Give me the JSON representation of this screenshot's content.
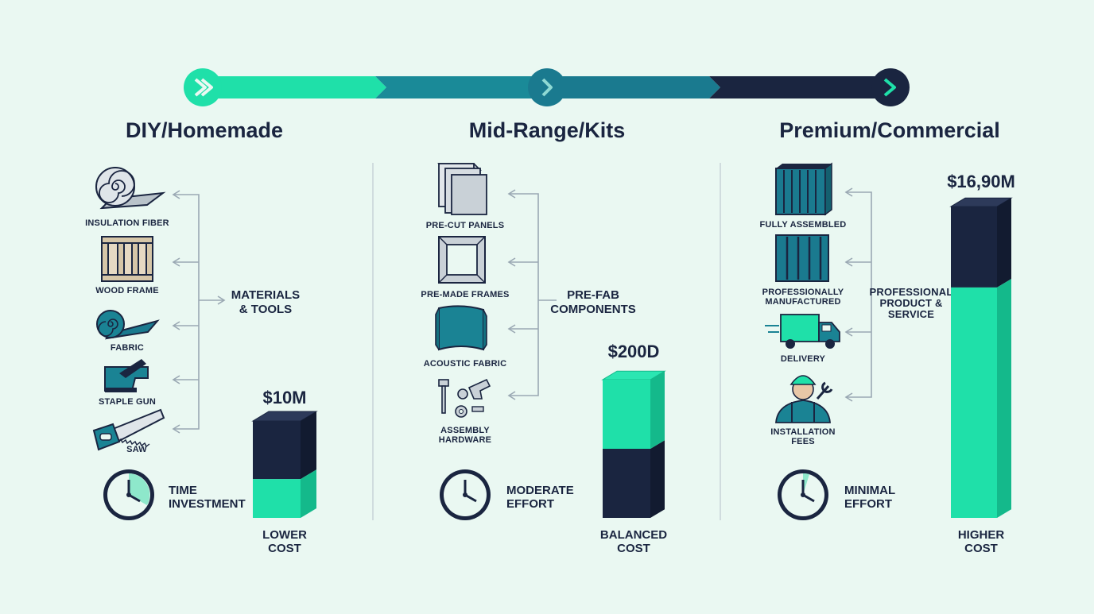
{
  "colors": {
    "teal": "#1fe0a9",
    "dark_teal": "#1a8394",
    "navy": "#1a2540",
    "background": "#eaf8f2"
  },
  "columns": [
    {
      "title": "DIY/Homemade",
      "items": [
        {
          "label": "INSULATION FIBER",
          "icon": "insulation-roll-icon"
        },
        {
          "label": "WOOD FRAME",
          "icon": "wood-frame-icon"
        },
        {
          "label": "FABRIC",
          "icon": "fabric-roll-icon"
        },
        {
          "label": "STAPLE GUN",
          "icon": "staple-gun-icon"
        },
        {
          "label": "SAW",
          "icon": "saw-icon"
        }
      ],
      "group_label": [
        "MATERIALS",
        "& TOOLS"
      ],
      "time_label": [
        "TIME",
        "INVESTMENT"
      ],
      "price": "$10M",
      "cost_label": [
        "LOWER",
        "COST"
      ],
      "teal_fraction": 0.4
    },
    {
      "title": "Mid-Range/Kits",
      "items": [
        {
          "label": "PRE-CUT PANELS",
          "icon": "panels-icon"
        },
        {
          "label": "PRE-MADE FRAMES",
          "icon": "frame-icon"
        },
        {
          "label": "ACOUSTIC FABRIC",
          "icon": "acoustic-fabric-icon"
        },
        {
          "label": [
            "ASSEMBLY",
            "HARDWARE"
          ],
          "icon": "hardware-icon"
        }
      ],
      "group_label": [
        "PRE-FAB",
        "COMPONENTS"
      ],
      "time_label": [
        "MODERATE",
        "EFFORT"
      ],
      "price": "$200D",
      "cost_label": [
        "BALANCED",
        "COST"
      ],
      "teal_fraction": 0.5
    },
    {
      "title": "Premium/Commercial",
      "items": [
        {
          "label": "FULLY ASSEMBLED",
          "icon": "assembled-panel-icon"
        },
        {
          "label": [
            "PROFESSIONALLY",
            "MANUFACTURED"
          ],
          "icon": "manufactured-panel-icon"
        },
        {
          "label": "DELIVERY",
          "icon": "delivery-truck-icon"
        },
        {
          "label": [
            "INSTALLATION",
            "FEES"
          ],
          "icon": "installer-icon"
        }
      ],
      "group_label": [
        "PROFESSIONAL",
        "PRODUCT &",
        "SERVICE"
      ],
      "time_label": [
        "MINIMAL",
        "EFFORT"
      ],
      "price": "$16,90M",
      "cost_label": [
        "HIGHER",
        "COST"
      ],
      "teal_fraction": 0.74
    }
  ]
}
